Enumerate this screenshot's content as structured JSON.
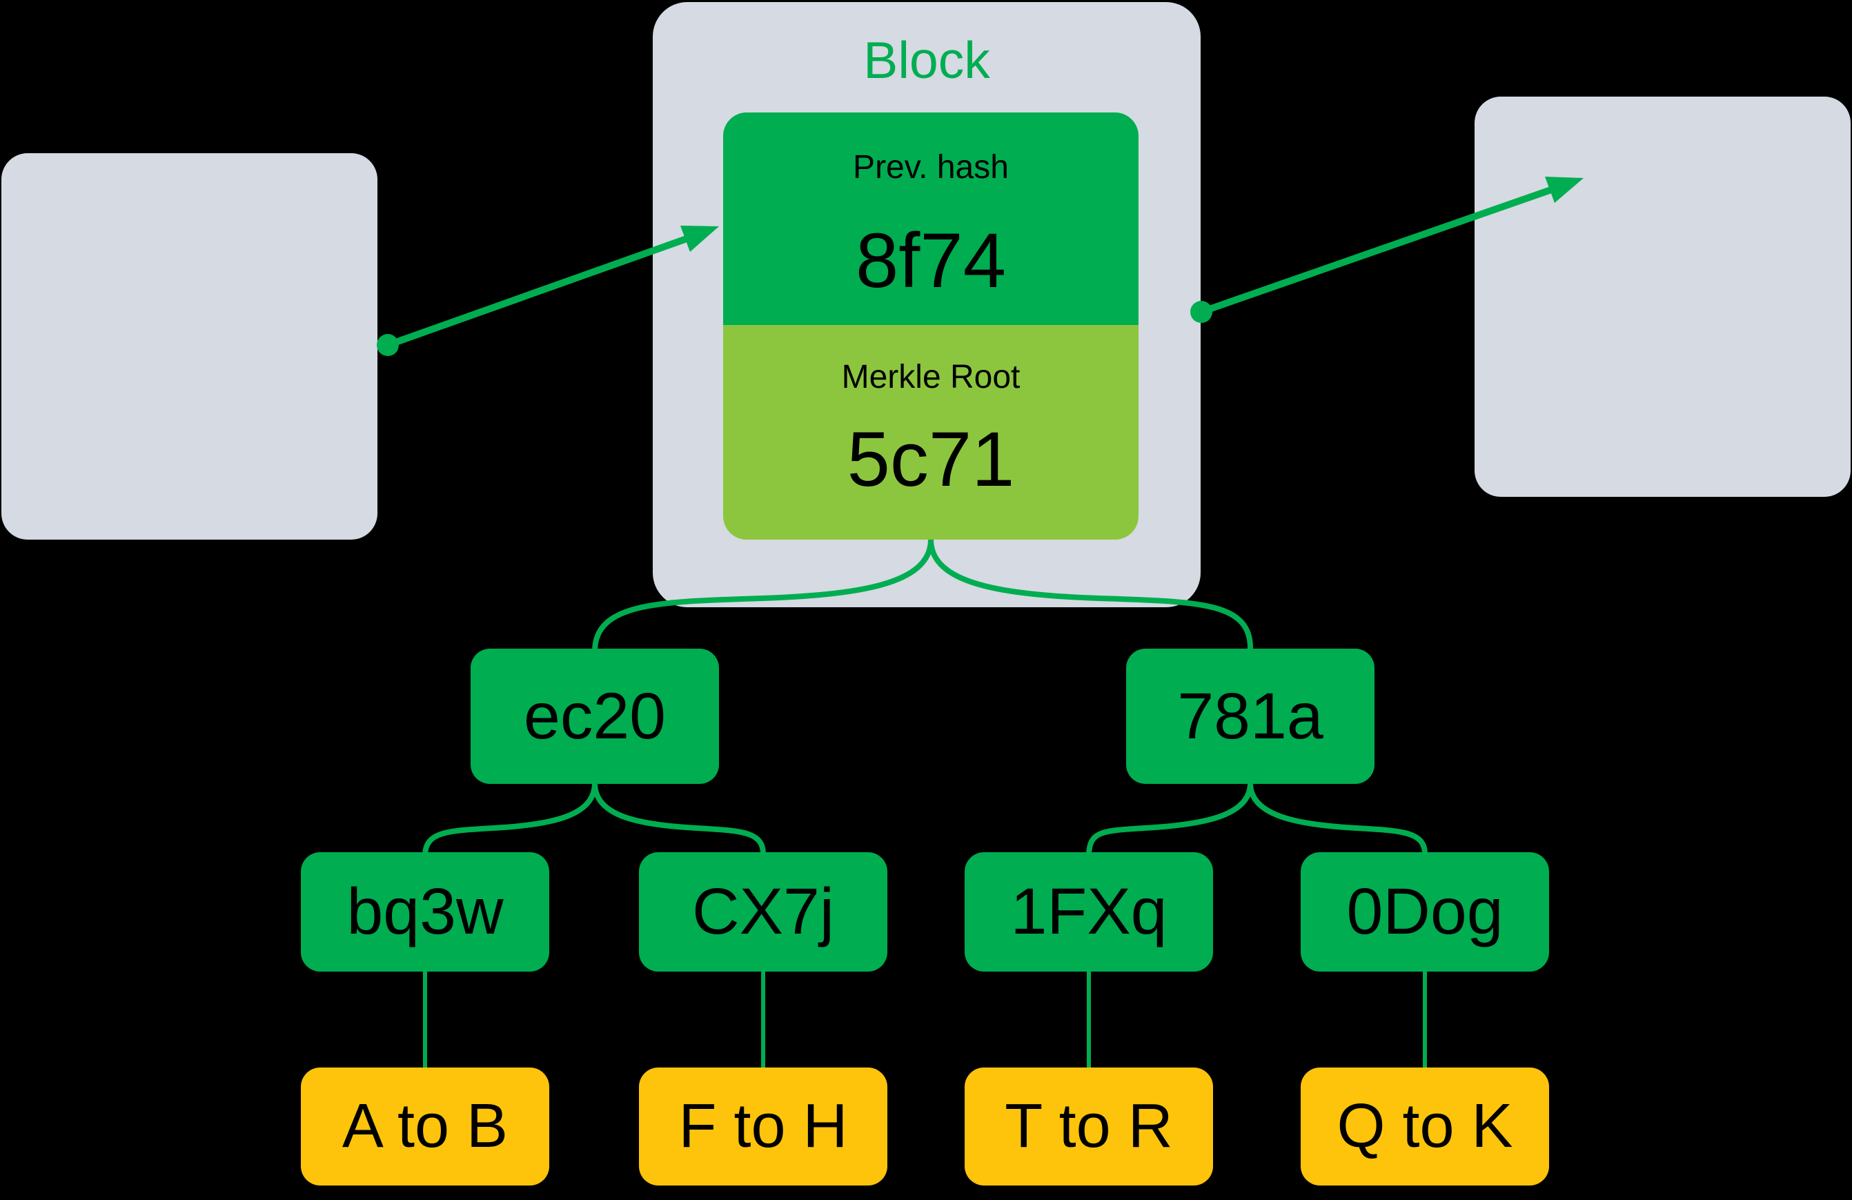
{
  "diagram": {
    "title": "Block",
    "center_block": {
      "prev_hash_label": "Prev. hash",
      "prev_hash_value": "8f74",
      "merkle_root_label": "Merkle Root",
      "merkle_root_value": "5c71"
    },
    "merkle_tree": {
      "level1": [
        {
          "id": "ec20"
        },
        {
          "id": "781a"
        }
      ],
      "level2": [
        {
          "id": "bq3w"
        },
        {
          "id": "CX7j"
        },
        {
          "id": "1FXq"
        },
        {
          "id": "0Dog"
        }
      ],
      "transactions": [
        {
          "label": "A to B"
        },
        {
          "label": "F to H"
        },
        {
          "label": "T to R"
        },
        {
          "label": "Q to K"
        }
      ]
    },
    "colors": {
      "background": "#000000",
      "block_fill": "#d5dae3",
      "green": "#00ad50",
      "light_green": "#8cc63e",
      "yellow": "#fdc40b",
      "text": "#000000"
    }
  }
}
